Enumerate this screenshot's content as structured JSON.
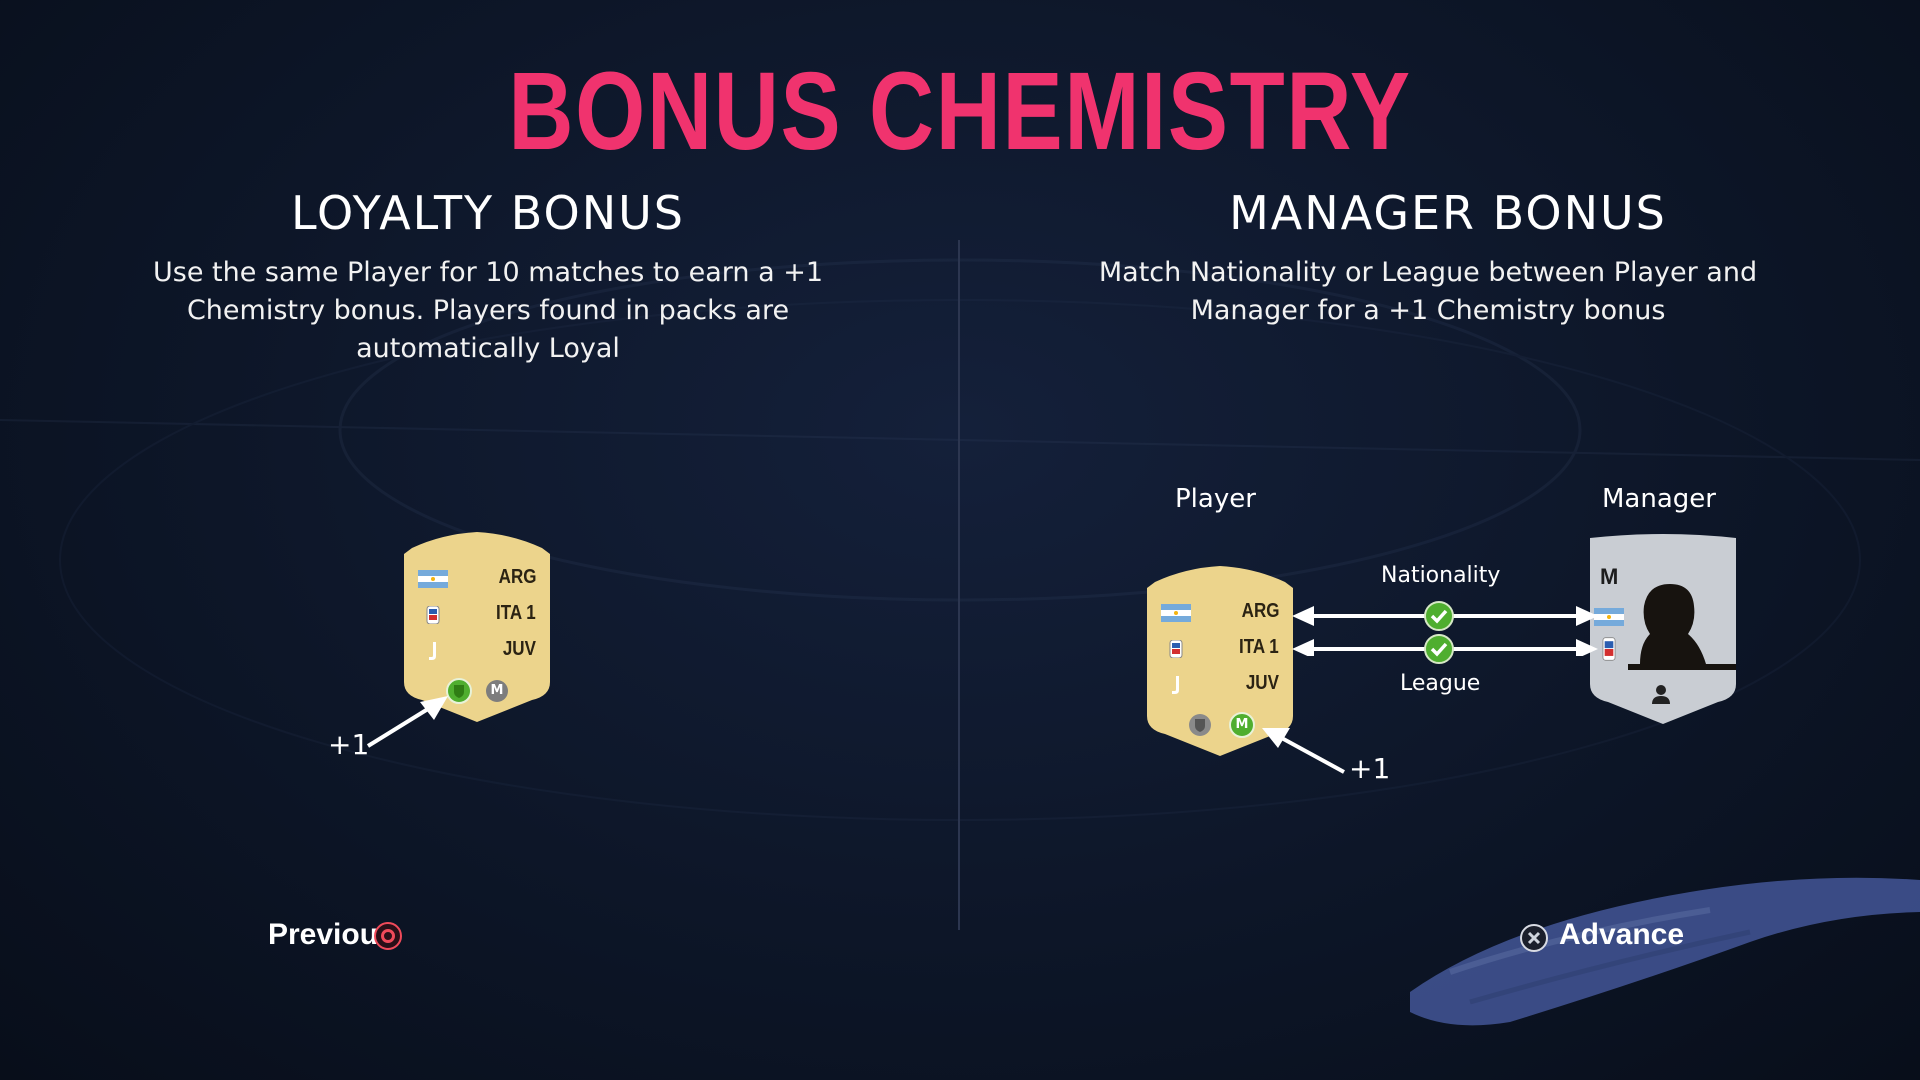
{
  "title": "BONUS CHEMISTRY",
  "loyalty": {
    "heading": "LOYALTY BONUS",
    "description": "Use the same Player for 10 matches to earn a +1 Chemistry bonus. Players found in packs are automatically Loyal",
    "bonus": "+1",
    "card": {
      "nation": "ARG",
      "league": "ITA 1",
      "club": "JUV",
      "manager_chip": "M"
    }
  },
  "manager": {
    "heading": "MANAGER BONUS",
    "description": "Match Nationality or League between Player and Manager for a +1 Chemistry bonus",
    "player_label": "Player",
    "manager_label": "Manager",
    "nationality_label": "Nationality",
    "league_label": "League",
    "bonus": "+1",
    "card": {
      "nation": "ARG",
      "league": "ITA 1",
      "club": "JUV",
      "manager_chip": "M"
    },
    "manager_card": {
      "position": "M"
    }
  },
  "buttons": {
    "previous": "Previous",
    "advance": "Advance"
  },
  "colors": {
    "title": "#f0336e",
    "card_gold": "#ecd48c",
    "manager_card": "#c9cdd3",
    "check": "#4fae2f",
    "brush": "#3f5290"
  }
}
